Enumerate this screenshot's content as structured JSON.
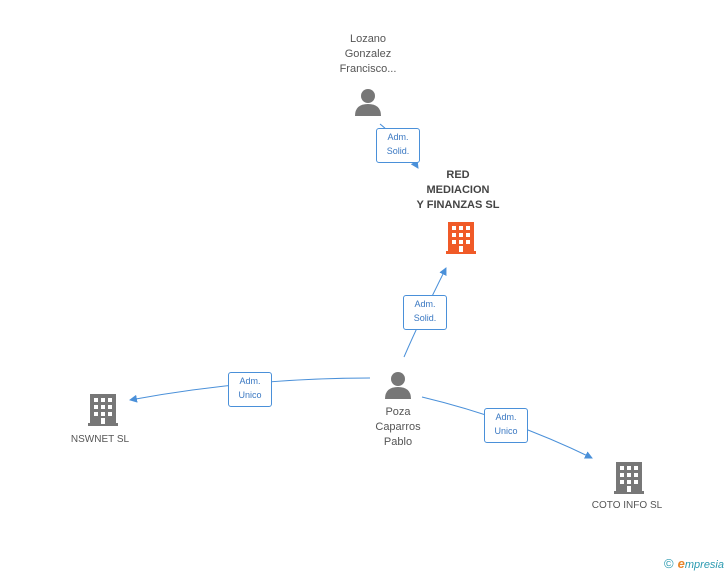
{
  "colors": {
    "edge": "#4a90d9",
    "person_icon": "#777777",
    "company_icon": "#777777",
    "main_company_icon": "#f05a28"
  },
  "nodes": {
    "lozano": {
      "name_lines": [
        "Lozano",
        "Gonzalez",
        "Francisco..."
      ],
      "icon": "person-icon"
    },
    "red": {
      "name_lines": [
        "RED",
        "MEDIACION",
        "Y FINANZAS SL"
      ],
      "icon": "building-icon"
    },
    "poza": {
      "name_lines": [
        "Poza",
        "Caparros",
        "Pablo"
      ],
      "icon": "person-icon"
    },
    "nswnet": {
      "name": "NSWNET SL",
      "icon": "building-icon"
    },
    "coto": {
      "name": "COTO INFO SL",
      "icon": "building-icon"
    }
  },
  "edges": {
    "lozano_red": {
      "line1": "Adm.",
      "line2": "Solid."
    },
    "poza_red": {
      "line1": "Adm.",
      "line2": "Solid."
    },
    "poza_nswnet": {
      "line1": "Adm.",
      "line2": "Unico"
    },
    "poza_coto": {
      "line1": "Adm.",
      "line2": "Unico"
    }
  },
  "footer": {
    "copyright": "©",
    "brand_first": "e",
    "brand_rest": "mpresia"
  }
}
